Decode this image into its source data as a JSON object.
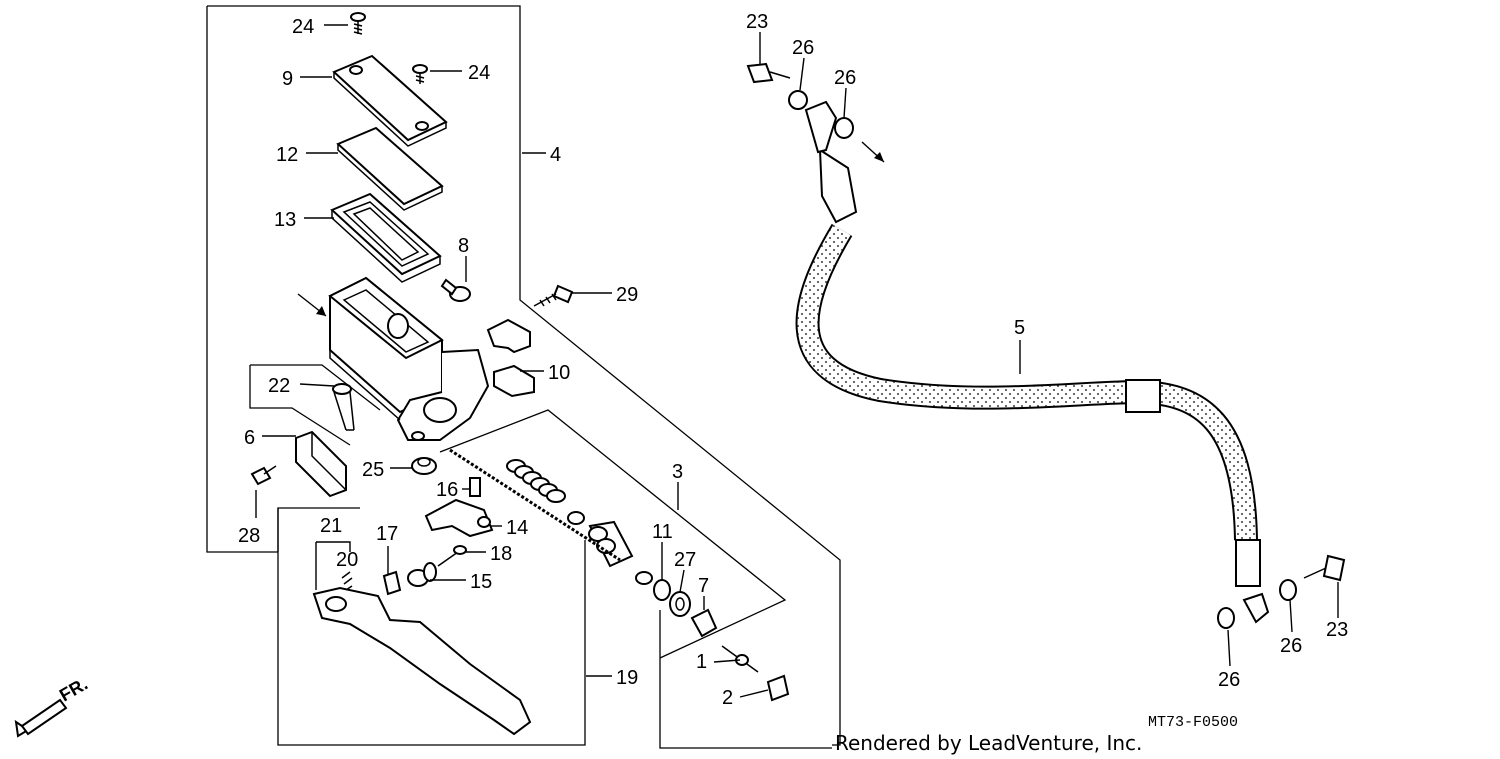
{
  "diagram": {
    "drawing_code": "MT73-F0500",
    "credit": "Rendered by LeadVenture, Inc.",
    "front_marker": "FR.",
    "callouts": [
      {
        "id": "c24a",
        "label": "24"
      },
      {
        "id": "c24b",
        "label": "24"
      },
      {
        "id": "c9",
        "label": "9"
      },
      {
        "id": "c12",
        "label": "12"
      },
      {
        "id": "c13",
        "label": "13"
      },
      {
        "id": "c8",
        "label": "8"
      },
      {
        "id": "c4",
        "label": "4"
      },
      {
        "id": "c29",
        "label": "29"
      },
      {
        "id": "c10",
        "label": "10"
      },
      {
        "id": "c22",
        "label": "22"
      },
      {
        "id": "c6",
        "label": "6"
      },
      {
        "id": "c25",
        "label": "25"
      },
      {
        "id": "c28",
        "label": "28"
      },
      {
        "id": "c16",
        "label": "16"
      },
      {
        "id": "c14",
        "label": "14"
      },
      {
        "id": "c3",
        "label": "3"
      },
      {
        "id": "c21",
        "label": "21"
      },
      {
        "id": "c20",
        "label": "20"
      },
      {
        "id": "c17",
        "label": "17"
      },
      {
        "id": "c18",
        "label": "18"
      },
      {
        "id": "c15",
        "label": "15"
      },
      {
        "id": "c11",
        "label": "11"
      },
      {
        "id": "c27",
        "label": "27"
      },
      {
        "id": "c7",
        "label": "7"
      },
      {
        "id": "c1",
        "label": "1"
      },
      {
        "id": "c2",
        "label": "2"
      },
      {
        "id": "c19",
        "label": "19"
      },
      {
        "id": "c23a",
        "label": "23"
      },
      {
        "id": "c26a",
        "label": "26"
      },
      {
        "id": "c26b",
        "label": "26"
      },
      {
        "id": "c5",
        "label": "5"
      },
      {
        "id": "c23b",
        "label": "23"
      },
      {
        "id": "c26c",
        "label": "26"
      },
      {
        "id": "c26d",
        "label": "26"
      }
    ]
  }
}
